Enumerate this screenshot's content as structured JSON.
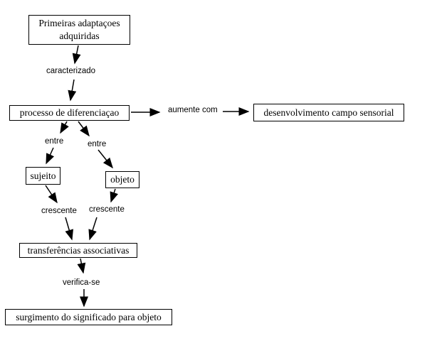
{
  "diagram": {
    "type": "concept-map",
    "language": "pt",
    "background_color": "#ffffff",
    "stroke_color": "#000000",
    "concepts": [
      {
        "id": "primeiras-adaptacoes",
        "label": "Primeiras adaptaçoes adquiridas"
      },
      {
        "id": "processo-diferenciacao",
        "label": "processo de diferenciaçao"
      },
      {
        "id": "desenvolvimento-campo",
        "label": "desenvolvimento campo sensorial"
      },
      {
        "id": "sujeito",
        "label": "sujeito"
      },
      {
        "id": "objeto",
        "label": "objeto"
      },
      {
        "id": "transferencias",
        "label": "transferências associativas"
      },
      {
        "id": "surgimento",
        "label": "surgimento do significado para objeto"
      }
    ],
    "link_labels": [
      {
        "id": "caracterizado",
        "label": "caracterizado"
      },
      {
        "id": "aumente-com",
        "label": "aumente com"
      },
      {
        "id": "entre-left",
        "label": "entre"
      },
      {
        "id": "entre-right",
        "label": "entre"
      },
      {
        "id": "crescente-left",
        "label": "crescente"
      },
      {
        "id": "crescente-right",
        "label": "crescente"
      },
      {
        "id": "verifica-se",
        "label": "verifica-se"
      }
    ],
    "edges": [
      {
        "from": "Primeiras adaptaçoes adquiridas",
        "via": "caracterizado",
        "to": "processo de diferenciaçao"
      },
      {
        "from": "processo de diferenciaçao",
        "via": "aumente com",
        "to": "desenvolvimento campo sensorial"
      },
      {
        "from": "processo de diferenciaçao",
        "via": "entre",
        "to": "sujeito"
      },
      {
        "from": "processo de diferenciaçao",
        "via": "entre",
        "to": "objeto"
      },
      {
        "from": "sujeito",
        "via": "crescente",
        "to": "transferências associativas"
      },
      {
        "from": "objeto",
        "via": "crescente",
        "to": "transferências associativas"
      },
      {
        "from": "transferências associativas",
        "via": "verifica-se",
        "to": "surgimento do significado para objeto"
      }
    ]
  }
}
